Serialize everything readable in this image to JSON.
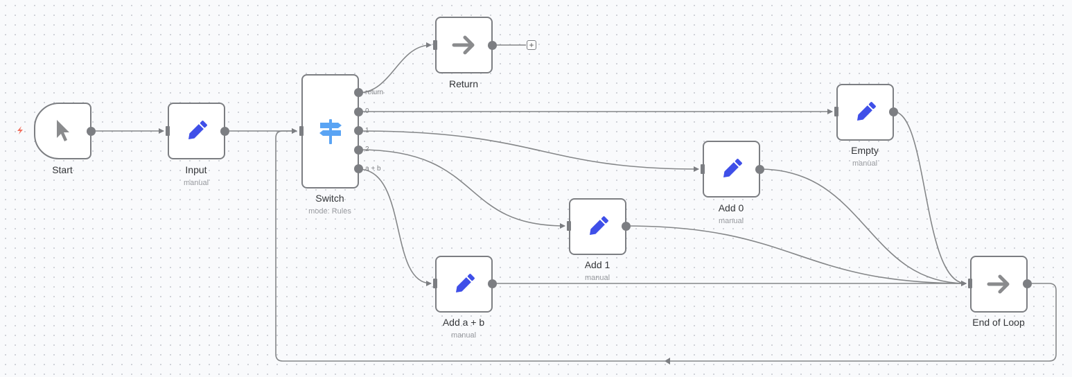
{
  "canvas": {
    "edge_color": "#848688",
    "node_border_color": "#7c7e82",
    "background_color": "#f9fafc"
  },
  "trigger_indicator": {
    "icon": "lightning-bolt-icon",
    "color": "#f26d5b"
  },
  "nodes": {
    "start": {
      "label": "Start",
      "subtitle": "",
      "icon": "mouse-pointer-icon",
      "icon_color": "#8a8b8d"
    },
    "input": {
      "label": "Input",
      "subtitle": "manual",
      "icon": "pencil-icon",
      "icon_color": "#3f4fe8"
    },
    "switch": {
      "label": "Switch",
      "subtitle": "mode: Rules",
      "icon": "signpost-icon",
      "icon_color": "#5aa4f4",
      "outputs": [
        "return",
        "0",
        "1",
        "2",
        "a + b"
      ]
    },
    "return": {
      "label": "Return",
      "subtitle": "",
      "icon": "arrow-right-icon",
      "icon_color": "#8a8b8d",
      "add_button": "+"
    },
    "empty": {
      "label": "Empty",
      "subtitle": "manual",
      "icon": "pencil-icon",
      "icon_color": "#3f4fe8"
    },
    "add0": {
      "label": "Add 0",
      "subtitle": "manual",
      "icon": "pencil-icon",
      "icon_color": "#3f4fe8"
    },
    "add1": {
      "label": "Add 1",
      "subtitle": "manual",
      "icon": "pencil-icon",
      "icon_color": "#3f4fe8"
    },
    "addab": {
      "label": "Add a + b",
      "subtitle": "manual",
      "icon": "pencil-icon",
      "icon_color": "#3f4fe8"
    },
    "endloop": {
      "label": "End of Loop",
      "subtitle": "",
      "icon": "arrow-right-icon",
      "icon_color": "#8a8b8d"
    }
  },
  "connections": [
    {
      "from": "start",
      "to": "input"
    },
    {
      "from": "input",
      "to": "switch"
    },
    {
      "from": "switch:return",
      "to": "return"
    },
    {
      "from": "switch:0",
      "to": "empty"
    },
    {
      "from": "switch:1",
      "to": "add0"
    },
    {
      "from": "switch:2",
      "to": "add1"
    },
    {
      "from": "switch:a + b",
      "to": "addab"
    },
    {
      "from": "empty",
      "to": "endloop"
    },
    {
      "from": "add0",
      "to": "endloop"
    },
    {
      "from": "add1",
      "to": "endloop"
    },
    {
      "from": "addab",
      "to": "endloop"
    },
    {
      "from": "endloop",
      "to": "switch"
    }
  ]
}
